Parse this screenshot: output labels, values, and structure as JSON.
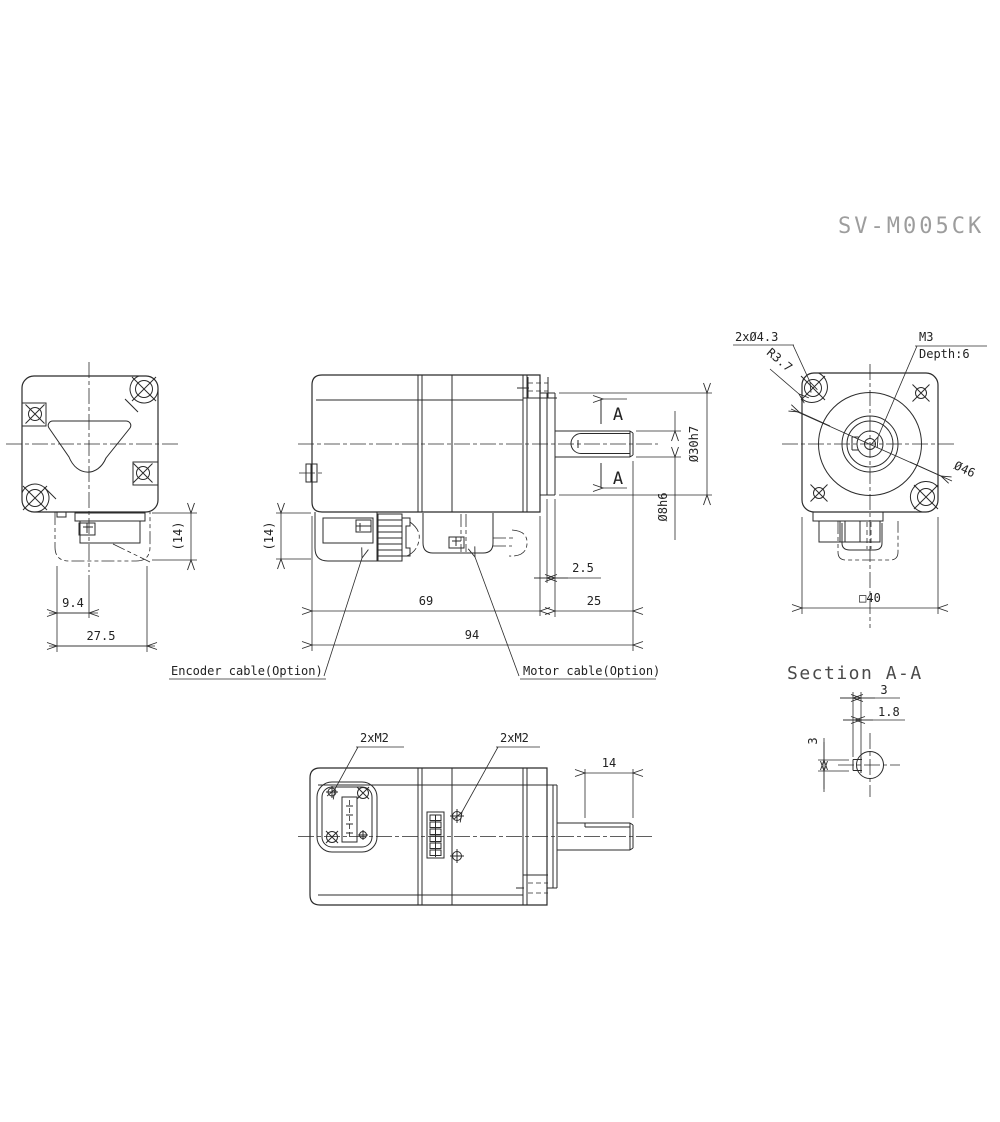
{
  "title": "SV-M005CK",
  "section_title": "Section A-A",
  "labels": {
    "encoder_cable": "Encoder cable(Option)",
    "motor_cable": "Motor cable(Option)",
    "flange_holes": "2xØ4.3",
    "corner_radius": "R3.7",
    "tap": "M3",
    "tap_depth": "Depth:6",
    "bolt_circle_dia": "Ø46",
    "square_size": "□40",
    "m2_left": "2xM2",
    "m2_center": "2xM2"
  },
  "dims": {
    "rear_conn_offset": "9.4",
    "rear_conn_width": "27.5",
    "rear_conn_height": "(14)",
    "side_conn_height": "(14)",
    "body_length": "69",
    "shaft_length": "25",
    "total_length": "94",
    "boss_height": "2.5",
    "pilot_dia": "Ø30h7",
    "shaft_dia": "Ø8h6",
    "flat_length": "14",
    "section_flat_width": "3",
    "section_flat_depth": "1.8",
    "section_flat_height": "3",
    "section_marker": "A"
  },
  "colors": {
    "line": "#2b2b2b",
    "title_gray": "#9d9d9d",
    "background": "#ffffff"
  }
}
